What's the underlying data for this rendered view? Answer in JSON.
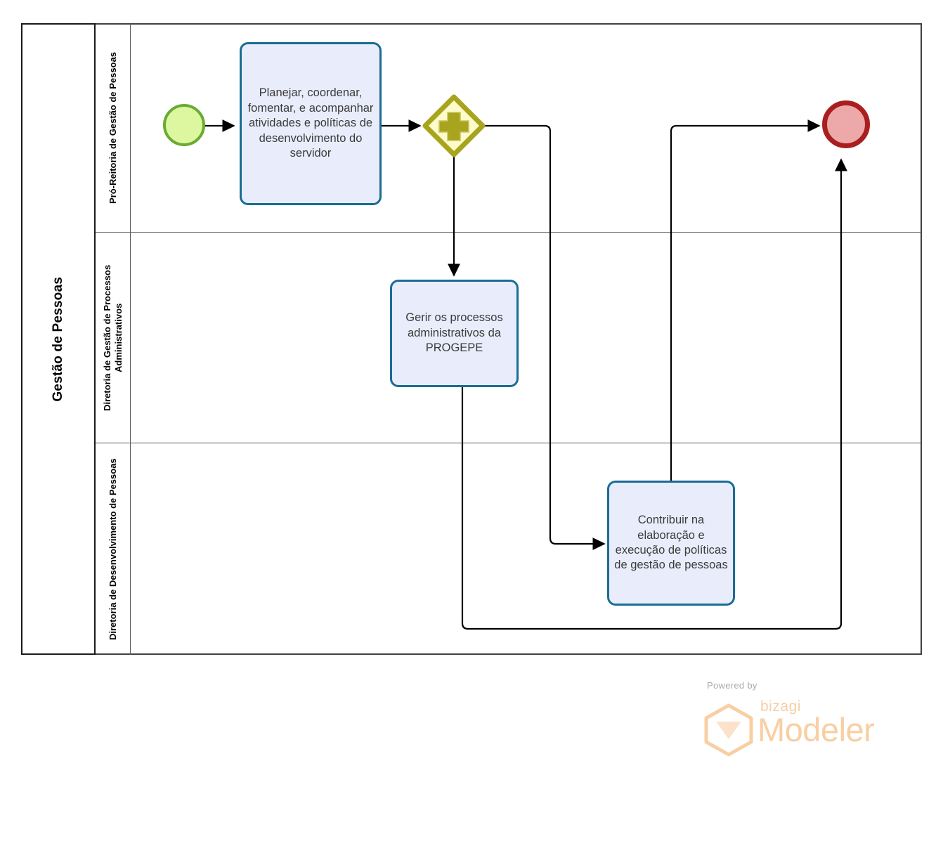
{
  "diagram": {
    "type": "bpmn-process-diagram",
    "pool": {
      "name": "Gestão de Pessoas"
    },
    "lanes": [
      {
        "id": "lane-pro-reitoria",
        "name": "Pró-Reitoria de Gestão de Pessoas"
      },
      {
        "id": "lane-processos-administrativos",
        "name": "Diretoria de Gestão de Processos Administrativos"
      },
      {
        "id": "lane-desenvolvimento-pessoas",
        "name": "Diretoria de Desenvolvimento de Pessoas"
      }
    ],
    "events": [
      {
        "id": "start-event",
        "kind": "start",
        "lane": "lane-pro-reitoria",
        "fill": "#DDF7A0",
        "stroke": "#6AAB31"
      },
      {
        "id": "end-event",
        "kind": "end",
        "lane": "lane-pro-reitoria",
        "fill": "#EDA9A9",
        "stroke": "#A91F1F"
      }
    ],
    "gateways": [
      {
        "id": "parallel-gateway",
        "kind": "parallel",
        "symbol": "+",
        "lane": "lane-pro-reitoria",
        "fill": "#FDFBCB",
        "stroke": "#A8A41E"
      }
    ],
    "tasks": [
      {
        "id": "task-planejar",
        "lane": "lane-pro-reitoria",
        "label": "Planejar, coordenar, fomentar, e acompanhar atividades e políticas de desenvolvimento do servidor",
        "fill": "#E9EDFB",
        "stroke": "#1A6C94"
      },
      {
        "id": "task-gerir-processos",
        "lane": "lane-processos-administrativos",
        "label": "Gerir os processos administrativos da PROGEPE",
        "fill": "#E9EDFB",
        "stroke": "#1A6C94"
      },
      {
        "id": "task-contribuir-politicas",
        "lane": "lane-desenvolvimento-pessoas",
        "label": "Contribuir na elaboração e execução de políticas de gestão de pessoas",
        "fill": "#E9EDFB",
        "stroke": "#1A6C94"
      }
    ],
    "flows": [
      {
        "id": "flow-start-to-planejar",
        "from": "start-event",
        "to": "task-planejar"
      },
      {
        "id": "flow-planejar-to-gateway",
        "from": "task-planejar",
        "to": "parallel-gateway"
      },
      {
        "id": "flow-gateway-to-gerir",
        "from": "parallel-gateway",
        "to": "task-gerir-processos"
      },
      {
        "id": "flow-gateway-to-contribuir",
        "from": "parallel-gateway",
        "to": "task-contribuir-politicas"
      },
      {
        "id": "flow-contribuir-to-end",
        "from": "task-contribuir-politicas",
        "to": "end-event"
      },
      {
        "id": "flow-gerir-to-end",
        "from": "task-gerir-processos",
        "to": "end-event"
      }
    ]
  },
  "watermark": {
    "powered_by": "Powered by",
    "brand": "bizagi",
    "product": "Modeler",
    "color": "#F8CFA2",
    "powered_color": "#A7A9AC"
  }
}
